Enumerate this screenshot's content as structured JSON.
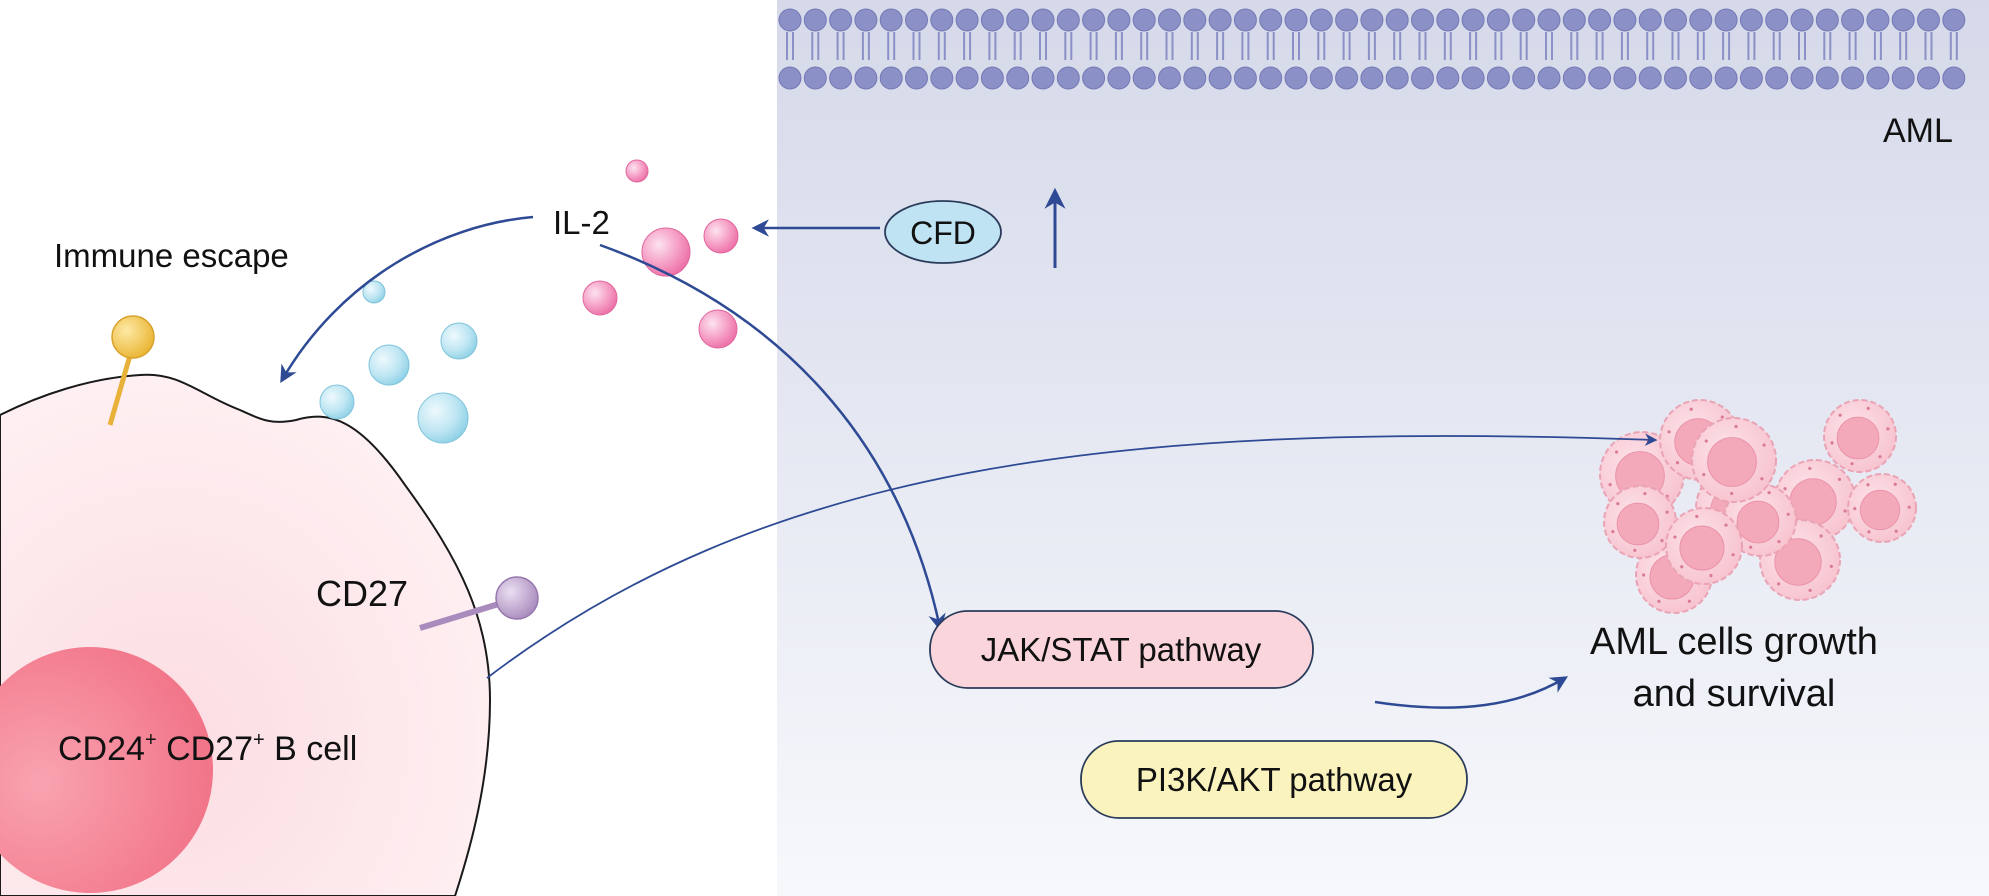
{
  "labels": {
    "aml_region": "AML",
    "cfd": "CFD",
    "il2": "IL-2",
    "immune_escape": "Immune escape",
    "cd27": "CD27",
    "b_cell_part1": "CD24",
    "b_cell_sup1": "+",
    "b_cell_part2": " CD27",
    "b_cell_sup2": "+",
    "b_cell_part3": " B cell",
    "jak_stat": "JAK/STAT pathway",
    "pi3k_akt": "PI3K/AKT pathway",
    "outcome_line1": "AML cells growth",
    "outcome_line2": "and survival"
  },
  "colors": {
    "arrow": "#2e4a94",
    "membrane_head": "#8b90c6",
    "aml_region_top": "#d5d9e9",
    "aml_region_bottom": "#f7f8fc",
    "b_cell_body": "#fde7ea",
    "b_cell_nucleus": "#f37e91",
    "cfd_fill": "#bfe3f2",
    "jak_fill": "#fad5dc",
    "pi3k_fill": "#fbf3bd",
    "il2_particle": "#f06fa7",
    "cfd_particle": "#a7dceb",
    "cd27_receptor": "#a98bbd",
    "other_receptor": "#f2c040",
    "aml_cell": "#f6b7c6"
  },
  "icons": {
    "upregulation": "up-arrow-icon"
  }
}
